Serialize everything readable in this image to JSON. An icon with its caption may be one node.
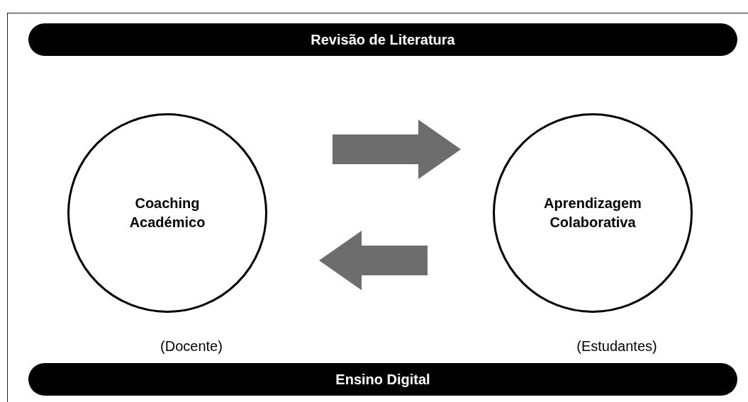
{
  "diagram": {
    "nodes": [
      {
        "text": [
          "Revisão de Literatura"
        ]
      },
      {
        "text": [
          "Coaching Académico"
        ]
      },
      {
        "text": [
          "Aprendizagem Colaborativa"
        ]
      },
      {
        "text": [
          "Ensino Digital"
        ]
      }
    ],
    "edges": [
      {
        "from": 1,
        "to": 2,
        "arrow": "to",
        "style": "thick",
        "color": "#6d6d6d"
      },
      {
        "from": 2,
        "to": 1,
        "arrow": "to",
        "style": "thick",
        "color": "#6d6d6d"
      }
    ],
    "labels": [
      "(Docente)",
      "(Estudantes)"
    ]
  }
}
